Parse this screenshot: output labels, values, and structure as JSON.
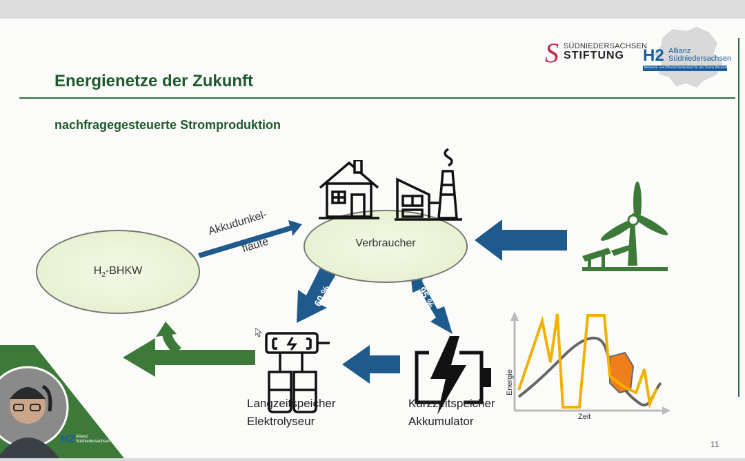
{
  "slide": {
    "title": "Energienetze der Zukunft",
    "subtitle": "nachfragegesteuerte Stromproduktion",
    "page_number": "11"
  },
  "logos": {
    "stiftung_line1": "SÜDNIEDERSACHSEN",
    "stiftung_line2": "STIFTUNG",
    "h2_mark": "H2",
    "h2_line1": "Allianz",
    "h2_line2": "Südniedersachsen",
    "h2_tagline": "Netzwerk- und Öffentlichkeitsarbeit für das Thema Wasserstoff"
  },
  "diagram": {
    "bhkw_label": "H",
    "bhkw_sub": "2",
    "bhkw_suffix": "-BHKW",
    "verbraucher_label": "Verbraucher",
    "arrow_akku_line1": "Akkudunkel-",
    "arrow_akku_line2": "flaute",
    "arrow_60": "60 %",
    "arrow_95": "95 %",
    "langzeit_line1": "Langzeitspeicher",
    "langzeit_line2": "Elektrolyseur",
    "kurzzeit_line1": "Kurzzeitspeicher",
    "kurzzeit_line2": "Akkumulator",
    "chart_ylabel": "Energie",
    "chart_xlabel": "Zeit"
  },
  "webcam": {
    "logo_text": "H2",
    "logo_sub1": "Allianz",
    "logo_sub2": "Südniedersachsen"
  },
  "colors": {
    "title_green": "#1e5a2c",
    "arrow_blue": "#1f5a8c",
    "arrow_green": "#3d7a3a",
    "brand_red": "#c2274b",
    "brand_blue": "#1a5c9c",
    "curve_yellow": "#f2b100",
    "curve_gray": "#666666",
    "fill_orange": "#ef7f1a"
  },
  "icons": [
    "house-icon",
    "factory-icon",
    "wind-solar-icon",
    "electrolyzer-icon",
    "battery-icon",
    "cursor-icon"
  ]
}
